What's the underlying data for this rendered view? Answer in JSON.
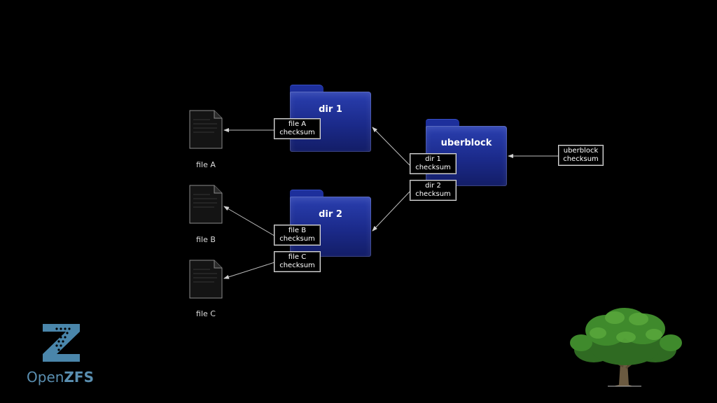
{
  "colors": {
    "background": "#000000",
    "folder": "#1f2f9a",
    "label_border": "#d8d8d8",
    "logo": "#5a8fb1"
  },
  "folders": {
    "dir1": {
      "label": "dir 1"
    },
    "dir2": {
      "label": "dir 2"
    },
    "uberblock": {
      "label": "uberblock"
    }
  },
  "checksums": {
    "fileA": {
      "line1": "file A",
      "line2": "checksum"
    },
    "fileB": {
      "line1": "file B",
      "line2": "checksum"
    },
    "fileC": {
      "line1": "file C",
      "line2": "checksum"
    },
    "dir1": {
      "line1": "dir 1",
      "line2": "checksum"
    },
    "dir2": {
      "line1": "dir 2",
      "line2": "checksum"
    },
    "uberblock": {
      "line1": "uberblock",
      "line2": "checksum"
    }
  },
  "files": {
    "a": {
      "label": "file A"
    },
    "b": {
      "label": "file B"
    },
    "c": {
      "label": "file C"
    }
  },
  "logo": {
    "part1": "Open",
    "part2": "ZFS"
  },
  "icons": [
    "document-icon",
    "folder-icon",
    "openzfs-logo-icon",
    "tree-icon",
    "arrow-icon"
  ]
}
